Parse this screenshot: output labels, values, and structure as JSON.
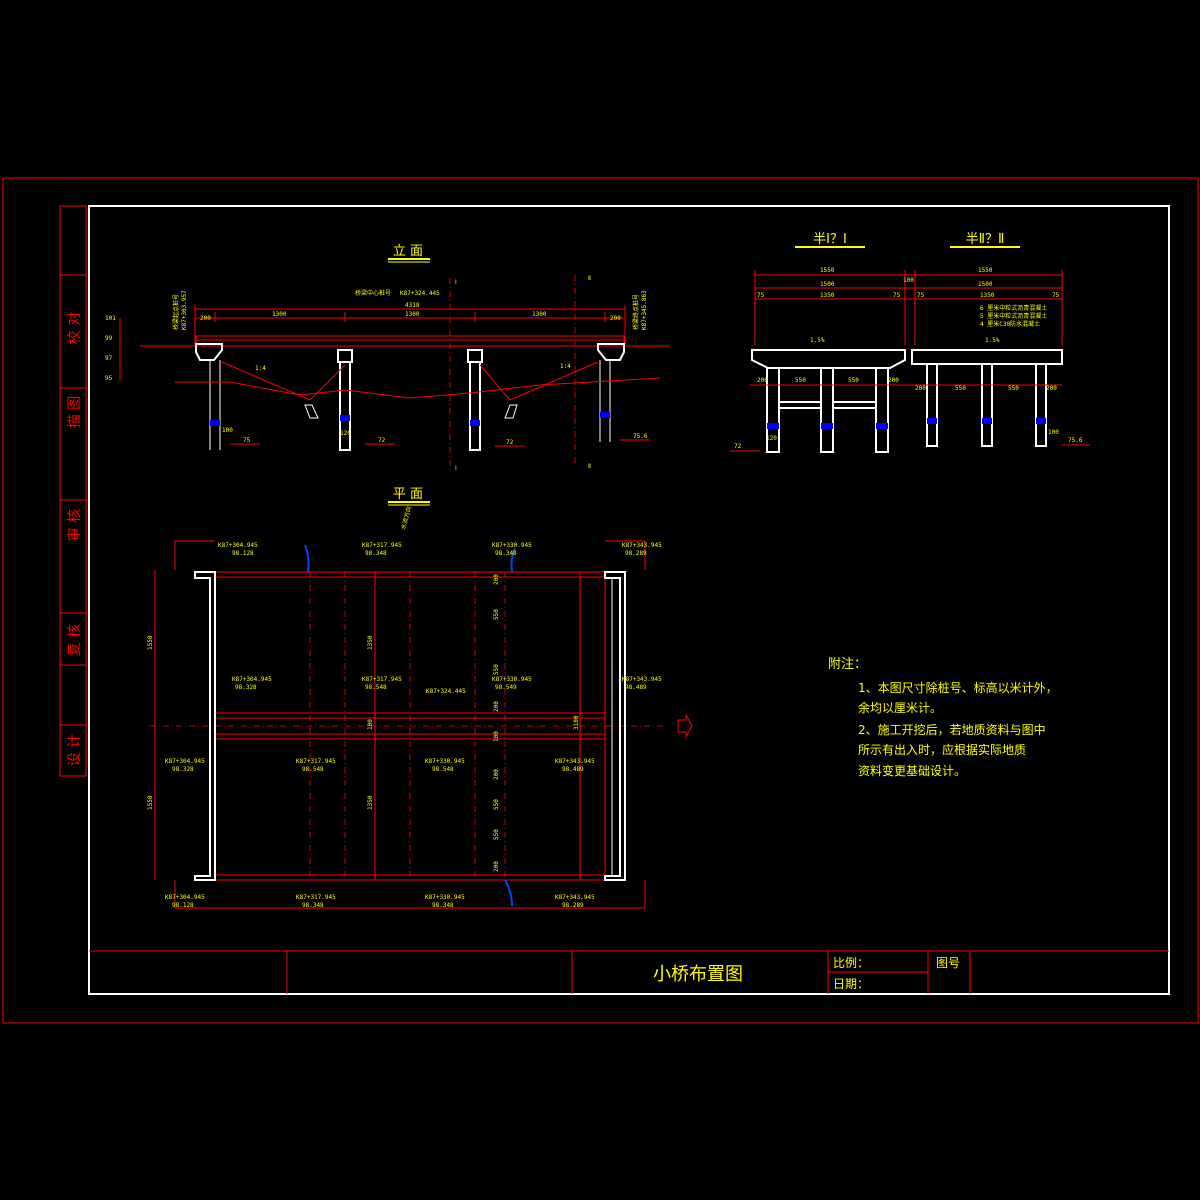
{
  "title_block": {
    "drawing_title": "小桥布置图",
    "scale_label": "比例：",
    "date_label": "日期：",
    "drawing_no_label": "图号"
  },
  "side_strip": {
    "items": [
      "校 对",
      "描 图",
      "审 核",
      "复 核",
      "设 计"
    ]
  },
  "views": {
    "elevation_title": "立  面",
    "plan_title": "平  面",
    "section1_title": "半Ⅰ？Ⅰ",
    "section2_title": "半Ⅱ？Ⅱ"
  },
  "notes": {
    "heading": "附注：",
    "line1": "1、本图尺寸除桩号、标高以米计外，",
    "line2": "余均以厘米计。",
    "line3": "2、施工开挖后，若地质资料与图中",
    "line4": "所示有出入时，应根据实际地质",
    "line5": "资料变更基础设计。"
  },
  "elevation_labels": {
    "center_station": "桥梁中心桩号",
    "center_station_value": "K87+324.445",
    "start_label": "桥梁起点桩号",
    "end_label": "桥梁终点桩号",
    "start_value": "K87+303.957",
    "end_value": "K87+345.863",
    "total_len": "4318",
    "span1": "1300",
    "span2": "1300",
    "span3": "1300",
    "abut_left": "200",
    "abut_right": "200",
    "pile_len1": "100",
    "pile_len2": "120",
    "elev1": "101",
    "elev2": "99",
    "elev3": "97",
    "elev4": "95",
    "gl1": "75",
    "gl2": "72",
    "gl3": "72",
    "gl4": "75.6",
    "slope1": "1:4",
    "slope2": "1:4",
    "mark_i": "Ⅰ",
    "mark_ii": "Ⅱ"
  },
  "section_labels": {
    "w1": "1550",
    "w2": "100",
    "w3": "1550",
    "w4": "1500",
    "w5": "1500",
    "w6": "75",
    "w7": "1350",
    "w8": "75",
    "w9": "75",
    "w10": "1350",
    "w11": "75",
    "slope": "1.5%",
    "slope2": "1.5%",
    "col1": "200",
    "col2": "550",
    "col3": "550",
    "col4": "200",
    "col5": "200",
    "col6": "550",
    "col7": "550",
    "col8": "200",
    "pave1": "6 厘米中粒式沥青混凝土",
    "pave2": "5 厘米中粒式沥青混凝土",
    "pave3": "4 厘米C30防水混凝土",
    "gl_l": "72",
    "gl_r": "75.6",
    "pile_d": "120",
    "pile_d2": "100"
  },
  "plan_labels": {
    "tl_station": "K87+304.945",
    "tl_elev": "98.128",
    "t2_station": "K87+317.945",
    "t2_elev": "98.348",
    "t3_station": "K87+330.945",
    "t3_elev": "98.348",
    "tr_station": "K87+343.945",
    "tr_elev": "98.289",
    "m1_station": "K87+304.945",
    "m1_elev": "98.328",
    "m2_station": "K87+317.945",
    "m2_elev": "98.548",
    "mc_station": "K87+324.445",
    "m3_station": "K87+330.945",
    "m3_elev": "98.549",
    "m4_station": "K87+343.945",
    "m4_elev": "98.489",
    "l1_station": "K87+304.945",
    "l1_elev": "98.328",
    "l2_station": "K87+317.945",
    "l2_elev": "98.548",
    "l3_station": "K87+330.945",
    "l3_elev": "98.548",
    "l4_station": "K87+343.945",
    "l4_elev": "98.489",
    "b1_station": "K87+304.945",
    "b1_elev": "98.128",
    "b2_station": "K87+317.945",
    "b2_elev": "98.348",
    "b3_station": "K87+330.945",
    "b3_elev": "98.348",
    "b4_station": "K87+343.945",
    "b4_elev": "98.289",
    "flow": "水流方向",
    "dim_left1": "1550",
    "dim_left2": "1550",
    "dim_mid1": "1350",
    "dim_mid2": "1350",
    "dim_center": "100",
    "dim_right": "3100",
    "d200a": "200",
    "d550a": "550",
    "d550b": "550",
    "d200b": "200",
    "d100": "100",
    "d200c": "200",
    "d550c": "550",
    "d550d": "550",
    "d200d": "200"
  }
}
